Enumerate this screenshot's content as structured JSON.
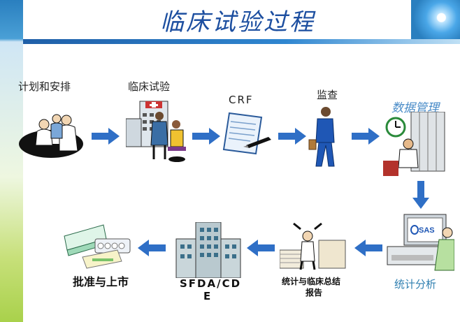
{
  "slide": {
    "title": "临床试验过程"
  },
  "steps": [
    {
      "id": "plan",
      "label": "计划和安排"
    },
    {
      "id": "trial",
      "label": "临床试验"
    },
    {
      "id": "crf",
      "label": "CRF"
    },
    {
      "id": "monitor",
      "label": "监查"
    },
    {
      "id": "data",
      "label": "数据管理"
    },
    {
      "id": "stats",
      "label": "统计分析"
    },
    {
      "id": "report",
      "label_line1": "统计与临床总结",
      "label_line2": "报告"
    },
    {
      "id": "sfda",
      "label_line1": "SFDA/CD",
      "label_line2": "E"
    },
    {
      "id": "approval",
      "label": "批准与上市"
    }
  ],
  "computer_brand": "SAS",
  "colors": {
    "title": "#1d4fa0",
    "arrow": "#2f6fc6",
    "accent_green": "#a9d14b"
  }
}
